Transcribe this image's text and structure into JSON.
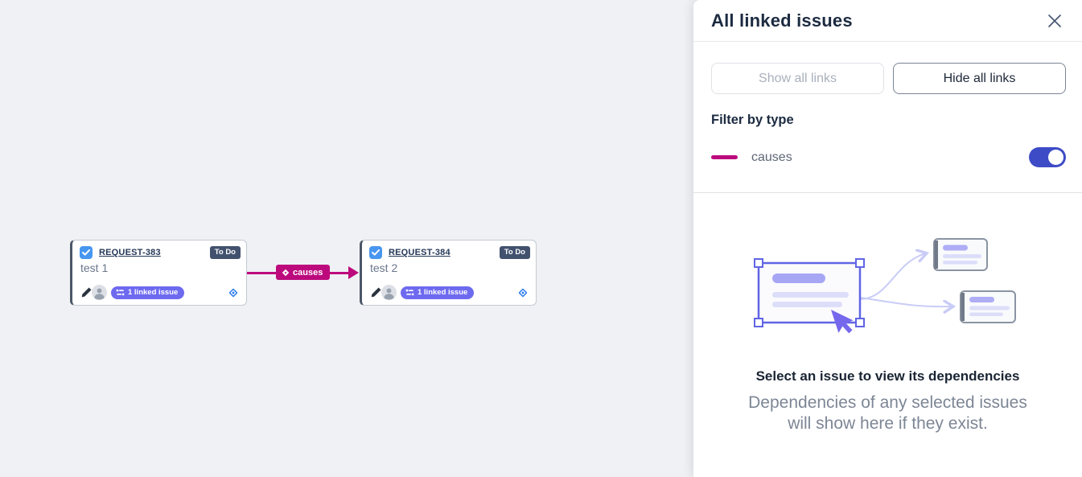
{
  "canvas": {
    "cards": [
      {
        "key": "REQUEST-383",
        "title": "test 1",
        "status": "To Do",
        "linked_badge": "1 linked issue"
      },
      {
        "key": "REQUEST-384",
        "title": "test 2",
        "status": "To Do",
        "linked_badge": "1 linked issue"
      }
    ],
    "edge": {
      "label": "causes",
      "color": "#BC0A7D"
    }
  },
  "panel": {
    "title": "All linked issues",
    "buttons": {
      "show_all": "Show all links",
      "hide_all": "Hide all links"
    },
    "filter": {
      "heading": "Filter by type",
      "types": [
        {
          "label": "causes",
          "color": "#BC0A7D",
          "enabled": true
        }
      ]
    },
    "empty_state": {
      "heading": "Select an issue to view its dependencies",
      "body_line1": "Dependencies of any selected issues",
      "body_line2": "will show here if they exist."
    }
  },
  "colors": {
    "canvas_bg": "#F0F1F4",
    "edge_magenta": "#BC0A7D",
    "toggle_on": "#3D4CC6",
    "status_badge_bg": "#42526E",
    "linked_pill_bg": "#6E6AF0",
    "checkbox_blue": "#4796F0",
    "illustration_purple": "#6065E4"
  }
}
